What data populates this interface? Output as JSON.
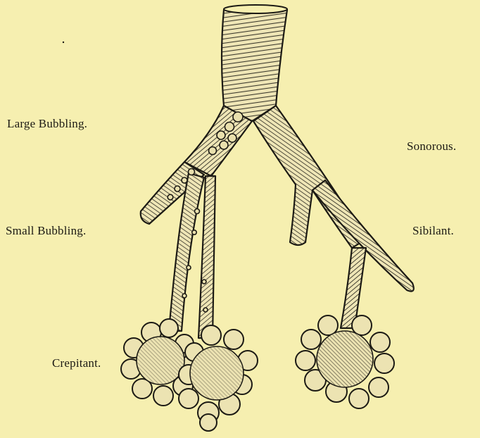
{
  "figure": {
    "labels": {
      "large_bubbling": "Large Bubbling.",
      "small_bubbling": "Small Bubbling.",
      "crepitant": "Crepitant.",
      "sonorous": "Sonorous.",
      "sibilant": "Sibilant."
    }
  },
  "colors": {
    "paper": "#f6efb0",
    "ink": "#1c1a14",
    "tube": "#efe6b6"
  }
}
